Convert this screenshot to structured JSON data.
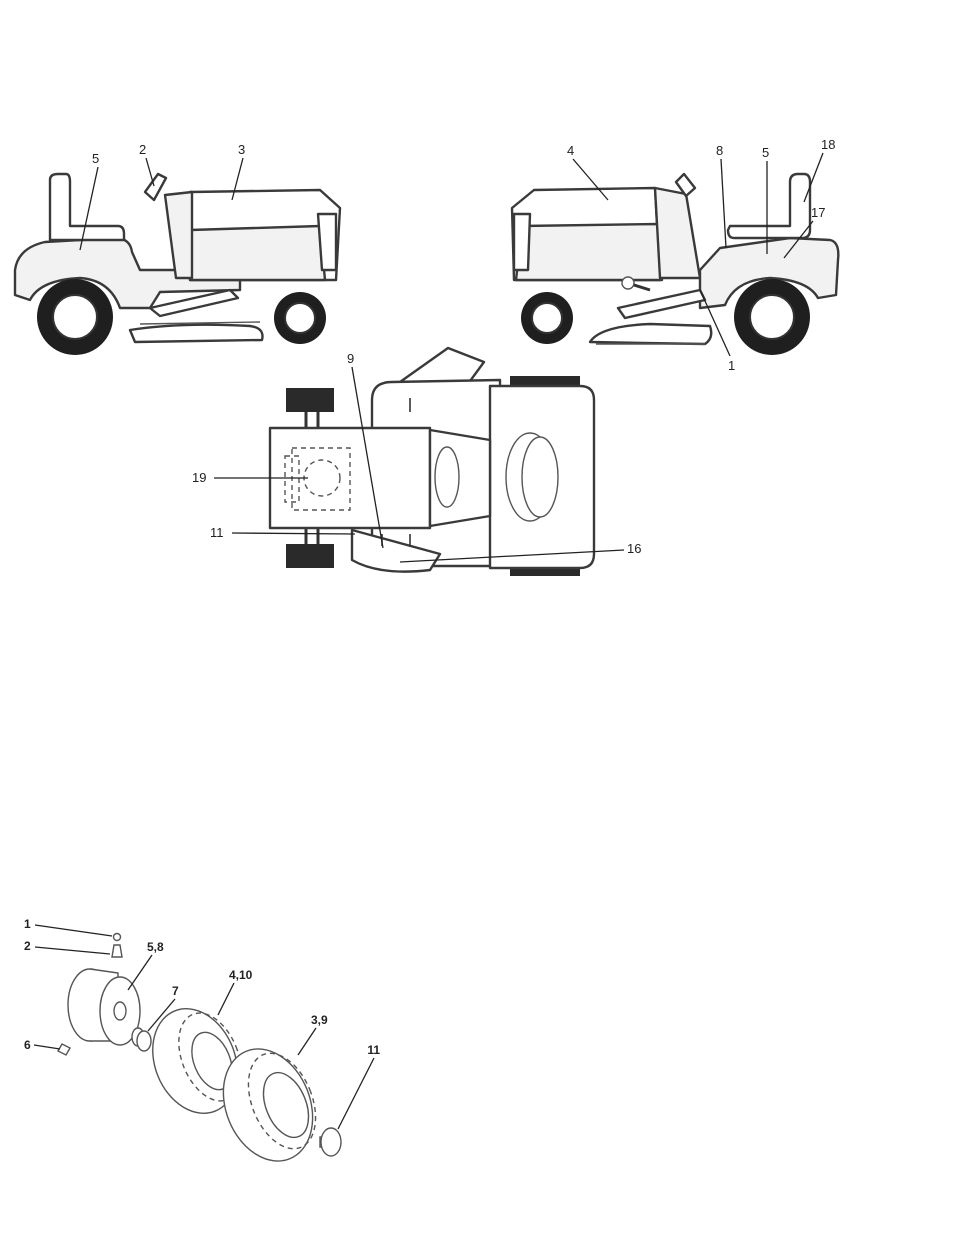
{
  "top_figure": {
    "left_view_labels": [
      "5",
      "2",
      "3"
    ],
    "right_view_labels": [
      "4",
      "8",
      "5",
      "18",
      "17",
      "1"
    ],
    "top_view_labels": [
      "9",
      "19",
      "11",
      "16"
    ]
  },
  "bottom_figure": {
    "labels": [
      "1",
      "2",
      "5,8",
      "7",
      "4,10",
      "3,9",
      "6",
      "11"
    ]
  }
}
